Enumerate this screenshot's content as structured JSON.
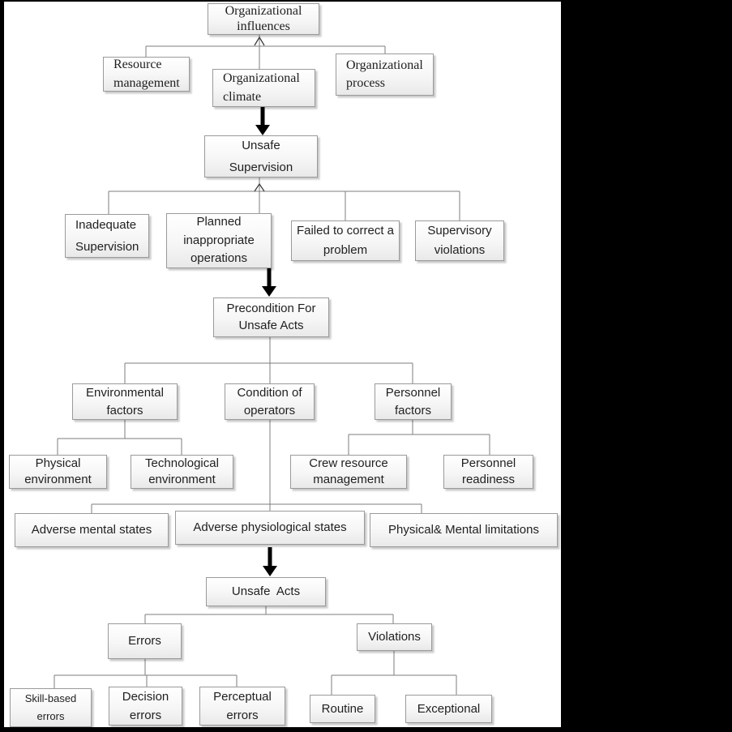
{
  "colors": {
    "page_margin": "#000000",
    "canvas": "#ffffff",
    "box_border": "#9a9a9a",
    "box_fill_top": "#ffffff",
    "box_fill_bottom": "#e9e9e9",
    "text": "#1f1f1f",
    "connector": "#7d7d7d",
    "arrow": "#000000"
  },
  "nodes": {
    "org_influences": "Organizational\ninfluences",
    "resource_mgmt": "Resource\nmanagement",
    "org_climate": "Organizational\nclimate",
    "org_process": "Organizational\nprocess",
    "unsafe_supervision": "Unsafe\nSupervision",
    "inadequate_supervision": "Inadequate\nSupervision",
    "planned_inappropriate": "Planned\ninappropriate\noperations",
    "failed_correct": "Failed to correct a\nproblem",
    "supervisory_violations": "Supervisory\nviolations",
    "precondition": "Precondition For\nUnsafe Acts",
    "environmental_factors": "Environmental\nfactors",
    "condition_operators": "Condition of\noperators",
    "personnel_factors": "Personnel\nfactors",
    "physical_env": "Physical\nenvironment",
    "tech_env": "Technological\nenvironment",
    "crew_resource": "Crew resource\nmanagement",
    "personnel_readiness": "Personnel\nreadiness",
    "adverse_mental": "Adverse mental states",
    "adverse_physio": "Adverse physiological states",
    "physical_mental": "Physical& Mental limitations",
    "unsafe_acts": "Unsafe  Acts",
    "errors": "Errors",
    "violations": "Violations",
    "skill_based": "Skill-based\nerrors",
    "decision_errors": "Decision\nerrors",
    "perceptual_errors": "Perceptual\nerrors",
    "routine": "Routine",
    "exceptional": "Exceptional"
  }
}
